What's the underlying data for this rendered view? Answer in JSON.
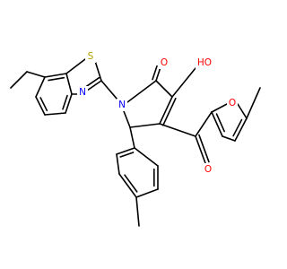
{
  "colors": {
    "background": "#ffffff",
    "bond": "#000000",
    "S": "#b8a000",
    "N": "#0000ff",
    "O": "#ff0000"
  },
  "atoms": [
    {
      "id": "S1",
      "label": "S",
      "element": "S"
    },
    {
      "id": "N_thiazole",
      "label": "N",
      "element": "N"
    },
    {
      "id": "N1",
      "label": "N",
      "element": "N"
    },
    {
      "id": "O_lactam",
      "label": "O",
      "element": "O"
    },
    {
      "id": "O_hydroxy",
      "label": "HO",
      "element": "O"
    },
    {
      "id": "O_furan",
      "label": "O",
      "element": "O"
    },
    {
      "id": "O_ketone",
      "label": "O",
      "element": "O"
    }
  ]
}
